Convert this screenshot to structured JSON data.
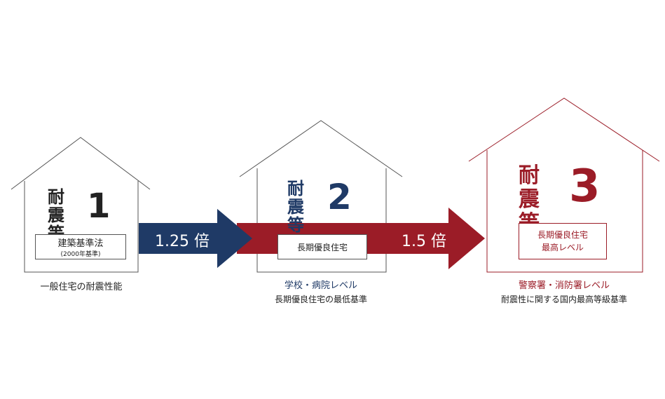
{
  "colors": {
    "navy": "#1f3a66",
    "red": "#9b1c27",
    "dark": "#222222",
    "line": "#555555"
  },
  "houses": [
    {
      "grade_label_line1": "耐震",
      "grade_label_line2": "等級",
      "grade_number": "1",
      "box_line1": "建築基準法",
      "box_line2": "(2000年基準)",
      "caption1": "一般住宅の耐震性能",
      "caption2": ""
    },
    {
      "grade_label_line1": "耐震",
      "grade_label_line2": "等級",
      "grade_number": "2",
      "box_line1": "長期優良住宅",
      "box_line2": "",
      "caption1": "学校・病院レベル",
      "caption2": "長期優良住宅の最低基準"
    },
    {
      "grade_label_line1": "耐震",
      "grade_label_line2": "等級",
      "grade_number": "3",
      "box_line1": "長期優良住宅",
      "box_line2": "最高レベル",
      "caption1": "警察署・消防署レベル",
      "caption2": "耐震性に関する国内最高等級基準"
    }
  ],
  "arrows": [
    {
      "label": "1.25 倍"
    },
    {
      "label": "1.5 倍"
    }
  ]
}
